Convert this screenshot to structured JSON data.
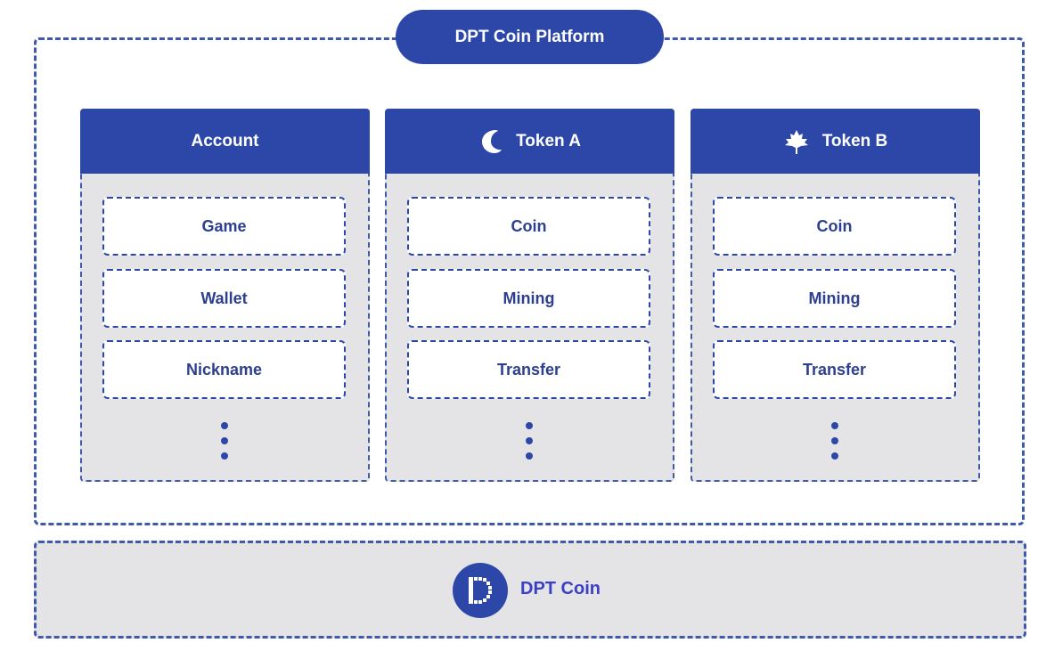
{
  "platform": {
    "title": "DPT Coin Platform"
  },
  "columns": [
    {
      "title": "Account",
      "icon": "",
      "items": [
        "Game",
        "Wallet",
        "Nickname"
      ],
      "more": "⋮"
    },
    {
      "title": "Token A",
      "icon": "crescent-moon-icon",
      "items": [
        "Coin",
        "Mining",
        "Transfer"
      ],
      "more": "⋮"
    },
    {
      "title": "Token B",
      "icon": "maple-leaf-icon",
      "items": [
        "Coin",
        "Mining",
        "Transfer"
      ],
      "more": "⋮"
    }
  ],
  "base": {
    "label": "DPT Coin",
    "icon": "dpt-coin-logo-icon"
  },
  "colors": {
    "primary": "#2d47a8",
    "panel": "#e4e4e6",
    "text": "#2d3f8f",
    "base_label": "#3a3fc4"
  }
}
